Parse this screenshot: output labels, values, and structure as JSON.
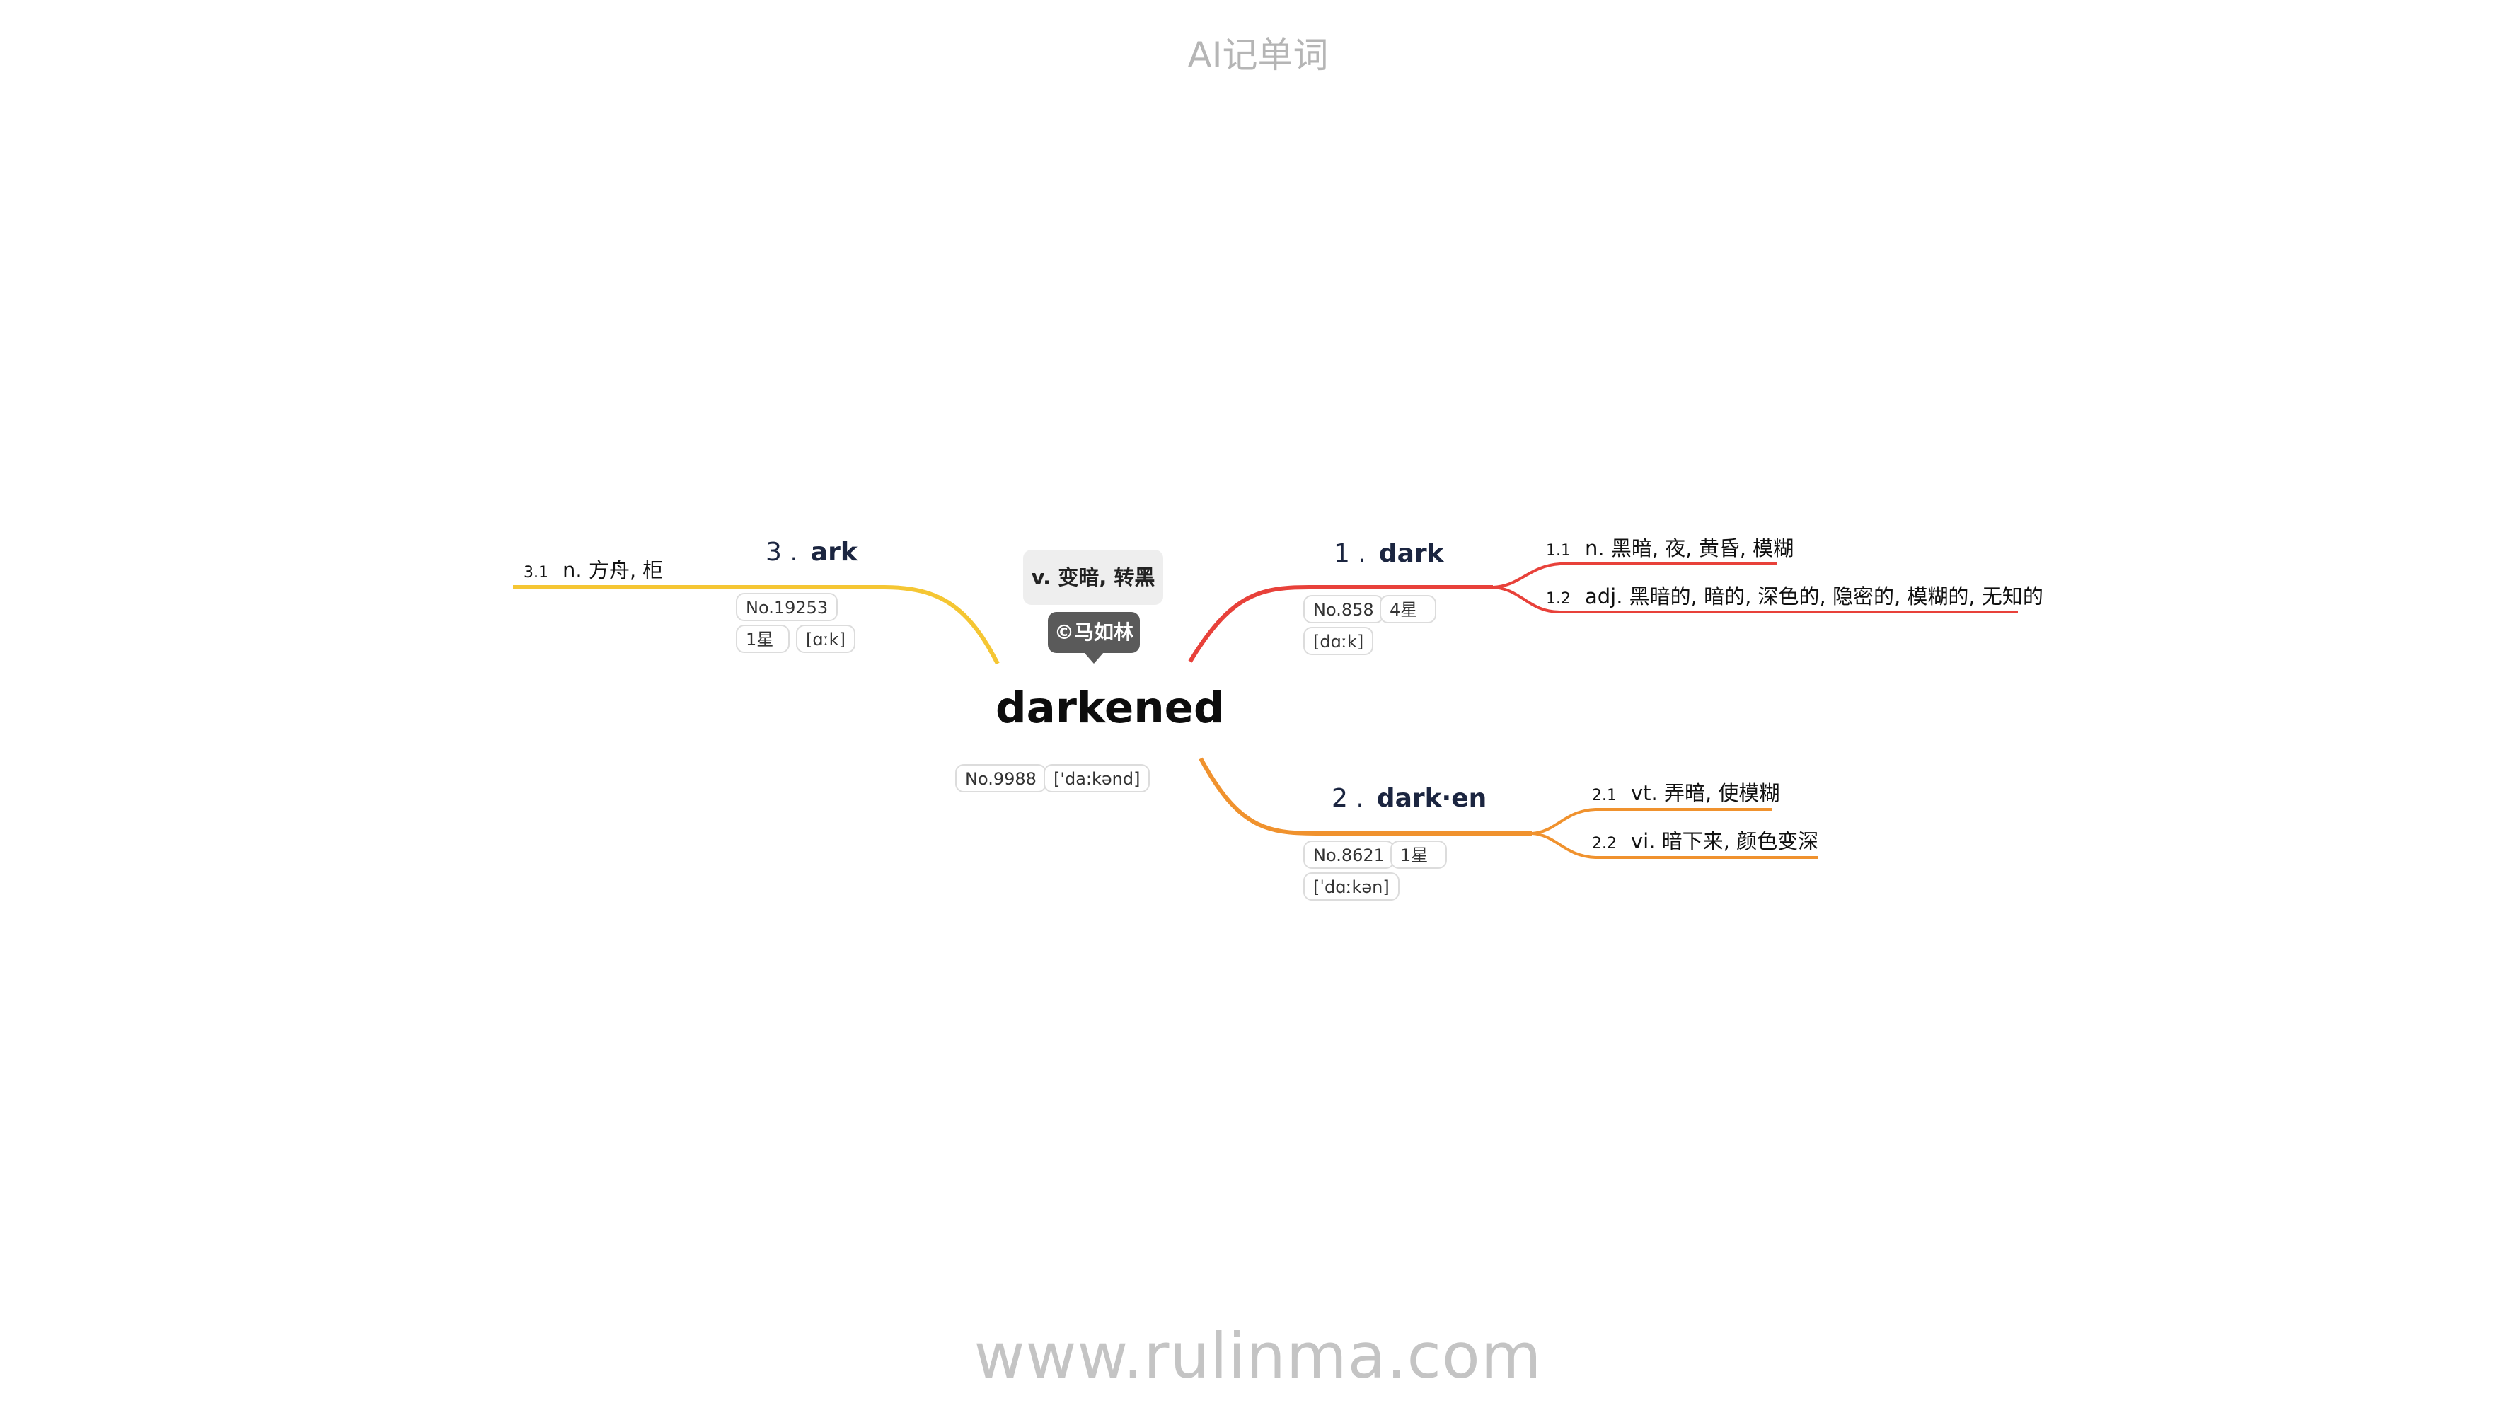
{
  "header": "AI记单词",
  "footer": "www.rulinma.com",
  "center": {
    "word": "darkened",
    "meaning": "v. 变暗, 转黑",
    "copyright": "©马如林",
    "tags": [
      "No.9988",
      "['da:kənd]"
    ]
  },
  "branches": [
    {
      "num": "1 .",
      "word": "dark",
      "color": "#e8413a",
      "tags": [
        "No.858",
        "4星",
        "[dɑːk]"
      ],
      "defs": [
        {
          "sub": "1.1",
          "text": "n. 黑暗, 夜, 黄昏, 模糊"
        },
        {
          "sub": "1.2",
          "text": "adj. 黑暗的, 暗的, 深色的, 隐密的, 模糊的, 无知的"
        }
      ]
    },
    {
      "num": "2 .",
      "word": "dark·en",
      "color": "#f0922e",
      "tags": [
        "No.8621",
        "1星",
        "[ˈdɑːkən]"
      ],
      "defs": [
        {
          "sub": "2.1",
          "text": "vt. 弄暗, 使模糊"
        },
        {
          "sub": "2.2",
          "text": "vi. 暗下来, 颜色变深"
        }
      ]
    },
    {
      "num": "3 .",
      "word": "ark",
      "color": "#f5c633",
      "tags": [
        "No.19253",
        "1星",
        "[ɑːk]"
      ],
      "defs": [
        {
          "sub": "3.1",
          "text": "n. 方舟, 柜"
        }
      ]
    }
  ]
}
